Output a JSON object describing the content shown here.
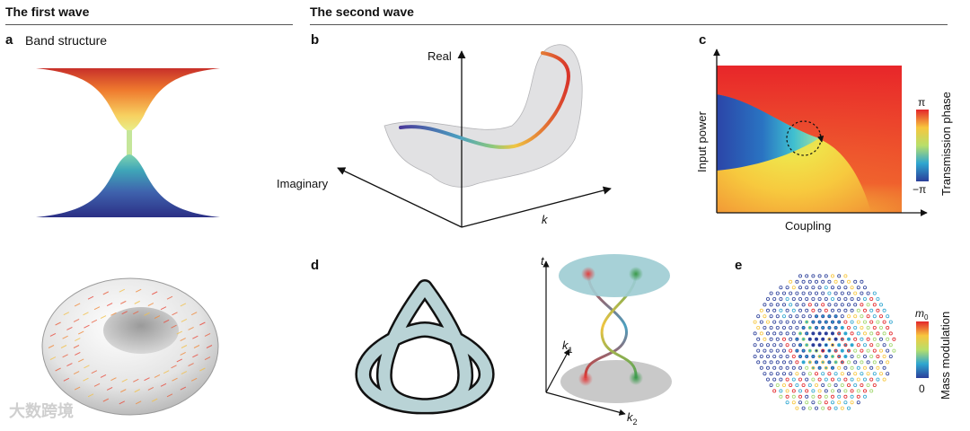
{
  "header": {
    "first_wave": "The first wave",
    "second_wave": "The second wave"
  },
  "panels": {
    "a": {
      "label": "a",
      "title": "Band structure"
    },
    "b": {
      "label": "b",
      "axis_real": "Real",
      "axis_imaginary": "Imaginary",
      "axis_k": "k"
    },
    "c": {
      "label": "c",
      "ylabel": "Input power",
      "xlabel": "Coupling",
      "colorbar_title": "Transmission phase",
      "colorbar_max": "π",
      "colorbar_min": "−π"
    },
    "d": {
      "label": "d",
      "axis_t": "t",
      "axis_k1": "k",
      "axis_k1_sub": "1",
      "axis_k2": "k",
      "axis_k2_sub": "2"
    },
    "e": {
      "label": "e",
      "colorbar_title": "Mass modulation",
      "colorbar_max": "m",
      "colorbar_max_sub": "0",
      "colorbar_min": "0"
    }
  },
  "watermark": "大数跨境",
  "colors": {
    "rule": "#555555",
    "knot_fill": "#b9d3d6",
    "disk_top": "#9fcdd4",
    "disk_bottom": "#c9c9c9",
    "band_top": "#d63a2a",
    "band_bottom": "#2b3f94"
  }
}
